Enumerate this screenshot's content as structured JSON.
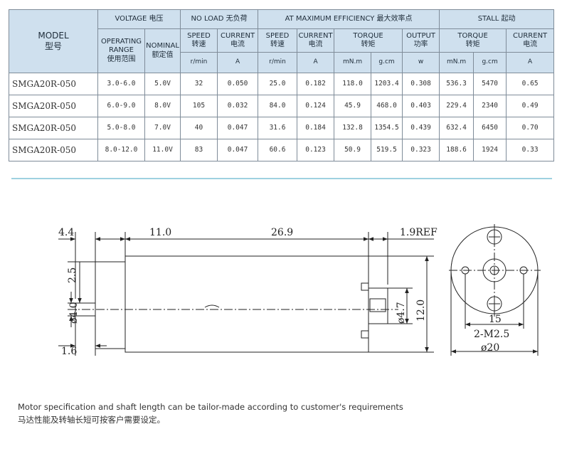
{
  "table": {
    "model_header": {
      "en": "MODEL",
      "zh": "型号"
    },
    "voltage_header": "VOLTAGE  电压",
    "noload_header": "NO LOAD   无负荷",
    "max_eff_header": "AT MAXIMUM EFFICIENCY    最大效率点",
    "stall_header": "STALL  起动",
    "sub": {
      "operating_range": {
        "l1": "OPERATING",
        "l2": "RANGE",
        "l3": "使用范围"
      },
      "nominal": {
        "l1": "NOMINAL",
        "l2": "额定值"
      },
      "nl_speed": {
        "l1": "SPEED",
        "l2": "转速"
      },
      "nl_current": {
        "l1": "CURRENT",
        "l2": "电流"
      },
      "me_speed": {
        "l1": "SPEED",
        "l2": "转速"
      },
      "me_current": {
        "l1": "CURRENT",
        "l2": "电流"
      },
      "me_torque": {
        "l1": "TORQUE",
        "l2": "转矩"
      },
      "me_output": {
        "l1": "OUTPUT",
        "l2": "功率"
      },
      "st_torque": {
        "l1": "TORQUE",
        "l2": "转矩"
      },
      "st_current": {
        "l1": "CURRENT",
        "l2": "电流"
      }
    },
    "units": {
      "nl_speed": "r/min",
      "nl_current": "A",
      "me_speed": "r/min",
      "me_current": "A",
      "me_torque_mn": "mN.m",
      "me_torque_g": "g.cm",
      "me_output": "w",
      "st_torque_mn": "mN.m",
      "st_torque_g": "g.cm",
      "st_current": "A"
    },
    "rows": [
      [
        "SMGA20R-050",
        "3.0-6.0",
        "5.0V",
        "32",
        "0.050",
        "25.0",
        "0.182",
        "118.0",
        "1203.4",
        "0.308",
        "536.3",
        "5470",
        "0.65"
      ],
      [
        "SMGA20R-050",
        "6.0-9.0",
        "8.0V",
        "105",
        "0.032",
        "84.0",
        "0.124",
        "45.9",
        "468.0",
        "0.403",
        "229.4",
        "2340",
        "0.49"
      ],
      [
        "SMGA20R-050",
        "5.0-8.0",
        "7.0V",
        "40",
        "0.047",
        "31.6",
        "0.184",
        "132.8",
        "1354.5",
        "0.439",
        "632.4",
        "6450",
        "0.70"
      ],
      [
        "SMGA20R-050",
        "8.0-12.0",
        "11.0V",
        "83",
        "0.047",
        "60.6",
        "0.123",
        "50.9",
        "519.5",
        "0.323",
        "188.6",
        "1924",
        "0.33"
      ]
    ]
  },
  "drawing": {
    "dim_4_4": "4.4",
    "dim_11_0": "11.0",
    "dim_26_9": "26.9",
    "dim_1_9": "1.9REF",
    "dim_2_5": "2.5",
    "dim_d4_0": "ø4.0",
    "dim_1_6": "1.6",
    "dim_d4_7": "ø4.7",
    "dim_12_0": "12.0",
    "dim_15": "15",
    "dim_m25": "2-M2.5",
    "dim_d20": "ø20"
  },
  "notes": {
    "en": "Motor specification and shaft length can be tailor-made according to customer's requirements",
    "zh": "马达性能及转轴长短可按客户需要设定。"
  }
}
